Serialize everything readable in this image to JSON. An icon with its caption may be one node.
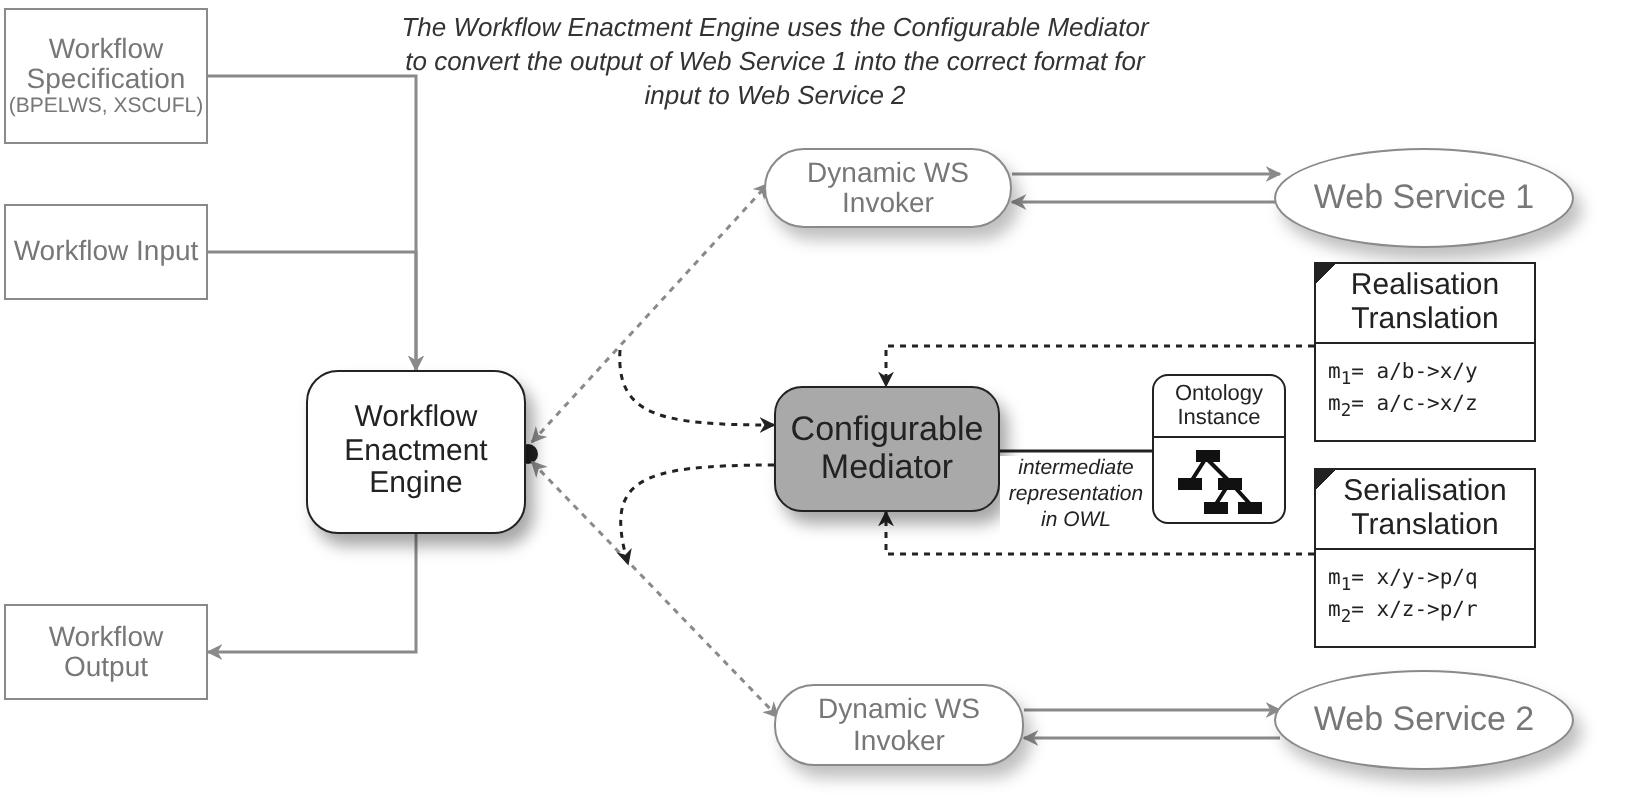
{
  "diagram": {
    "title": "The Workflow Enactment Engine uses the Configurable Mediator to convert the output of Web Service 1 into the correct format for input to Web Service 2",
    "nodes": [
      {
        "text": [
          "Workflow Specification",
          "(BPELWS, XSCUFL)"
        ]
      },
      {
        "text": [
          "Workflow Input"
        ]
      },
      {
        "text": [
          "Workflow Enactment Engine"
        ]
      },
      {
        "text": [
          "Workflow Output"
        ]
      },
      {
        "text": [
          "Dynamic WS Invoker"
        ]
      },
      {
        "text": [
          "Web Service 1"
        ]
      },
      {
        "text": [
          "Configurable Mediator"
        ]
      },
      {
        "text": [
          "Ontology Instance"
        ]
      },
      {
        "text": [
          "Realisation Translation",
          "m$_{1}$= a/b->x/y",
          "m$_{2}$= a/c->x/z"
        ]
      },
      {
        "text": [
          "Serialisation Translation",
          "m$_{1}$= x/y->p/q",
          "m$_{2}$= x/z->p/r"
        ]
      },
      {
        "text": [
          "Dynamic WS Invoker"
        ]
      },
      {
        "text": [
          "Web Service 2"
        ]
      }
    ],
    "edges": [
      {
        "from": 0,
        "to": 2,
        "arrow": "to"
      },
      {
        "from": 1,
        "to": 2,
        "arrow": "to"
      },
      {
        "from": 2,
        "to": 3,
        "arrow": "to"
      },
      {
        "from": 2,
        "to": 4,
        "arrow": "both",
        "style": "dashed"
      },
      {
        "from": 2,
        "to": 10,
        "arrow": "both",
        "style": "dashed"
      },
      {
        "from": 4,
        "to": 5,
        "arrow": "to"
      },
      {
        "from": 5,
        "to": 4,
        "arrow": "to"
      },
      {
        "from": 10,
        "to": 11,
        "arrow": "to"
      },
      {
        "from": 11,
        "to": 10,
        "arrow": "to"
      },
      {
        "from": null,
        "to": 6,
        "arrow": "to",
        "style": "dashed",
        "color": "#222222"
      },
      {
        "from": 6,
        "to": null,
        "arrow": "to",
        "style": "dashed",
        "color": "#222222"
      },
      {
        "from": 8,
        "to": 6,
        "arrow": "to",
        "style": "dashed",
        "color": "#222222"
      },
      {
        "from": 9,
        "to": 6,
        "arrow": "to",
        "style": "dashed",
        "color": "#222222"
      },
      {
        "from": 6,
        "to": 7,
        "arrow": "none",
        "label": "intermediate representation in OWL",
        "color": "#222222"
      }
    ]
  }
}
